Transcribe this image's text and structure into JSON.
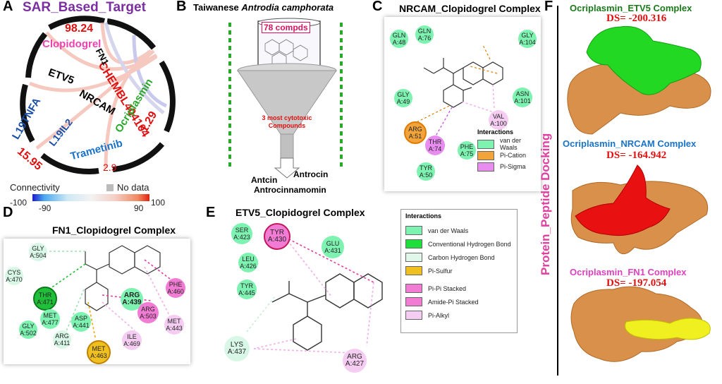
{
  "panels": {
    "A": "A",
    "B": "B",
    "C": "C",
    "D": "D",
    "E": "E",
    "F": "F"
  },
  "panelA": {
    "title": "SAR_Based_Target",
    "labels": {
      "clopidogrel": "Clopidogrel",
      "val1": "98.24",
      "chembl": "CHEMBL404104",
      "fn1": "FN1",
      "etv5": "ETV5",
      "nrcam": "NRCAM",
      "l19tnfa": "L19TNFA",
      "l19il2": "L19IL2",
      "val2": "15.95",
      "ocriplasmin": "Ocriplasmin",
      "val3": "1.29",
      "trametinib": "Trametinib",
      "val4": "2.9"
    },
    "colorbar": {
      "title": "Connectivity",
      "nodata": "No data",
      "min": "-100",
      "minInner": "-90",
      "maxInner": "90",
      "max": "100"
    }
  },
  "panelB": {
    "title_prefix": "Taiwanese ",
    "title_italic": "Antrodia camphorata",
    "compounds": "78 compds",
    "cytotoxic": "3 most cytotoxic Compounds",
    "out1": "Antcin",
    "out2": "Antrocin",
    "out3": "Antrocinnamomin"
  },
  "panelC": {
    "title": "NRCAM_Clopidogrel Complex",
    "residues": [
      {
        "name": "GLN",
        "num": "A:48",
        "type": "vdw"
      },
      {
        "name": "GLN",
        "num": "A:76",
        "type": "vdw"
      },
      {
        "name": "GLY",
        "num": "A:104",
        "type": "vdw"
      },
      {
        "name": "GLY",
        "num": "A:49",
        "type": "vdw"
      },
      {
        "name": "ASN",
        "num": "A:101",
        "type": "vdw"
      },
      {
        "name": "VAL",
        "num": "A:100",
        "type": "alkyl"
      },
      {
        "name": "ARG",
        "num": "A:51",
        "type": "pical"
      },
      {
        "name": "THR",
        "num": "A:74",
        "type": "pisig"
      },
      {
        "name": "PHE",
        "num": "A:75",
        "type": "vdw"
      },
      {
        "name": "TYR",
        "num": "A:50",
        "type": "vdw"
      }
    ],
    "legend": {
      "title": "Interactions",
      "items": [
        "van der Waals",
        "Pi-Cation",
        "Pi-Sigma"
      ],
      "colors": [
        "#7ef2b0",
        "#f2a33a",
        "#e88cf0"
      ]
    }
  },
  "panelD": {
    "title": "FN1_Clopidogrel Complex",
    "residues": [
      {
        "name": "GLY",
        "num": "A:504",
        "type": "ch"
      },
      {
        "name": "CYS",
        "num": "A:470",
        "type": "ch"
      },
      {
        "name": "THR",
        "num": "A:471",
        "type": "hb"
      },
      {
        "name": "MET",
        "num": "A:477",
        "type": "vdw"
      },
      {
        "name": "GLY",
        "num": "A:502",
        "type": "vdw"
      },
      {
        "name": "ARG",
        "num": "A:411",
        "type": "ch"
      },
      {
        "name": "ASP",
        "num": "A:441",
        "type": "vdw"
      },
      {
        "name": "ARG",
        "num": "A:439",
        "type": "vdw"
      },
      {
        "name": "ARG",
        "num": "A:503",
        "type": "pipi"
      },
      {
        "name": "PHE",
        "num": "A:460",
        "type": "pipi"
      },
      {
        "name": "MET",
        "num": "A:443",
        "type": "alkyl"
      },
      {
        "name": "ILE",
        "num": "A:469",
        "type": "alkyl"
      },
      {
        "name": "MET",
        "num": "A:463",
        "type": "sulf"
      }
    ]
  },
  "panelE": {
    "title": "ETV5_Clopidogrel Complex",
    "residues": [
      {
        "name": "SER",
        "num": "A:423",
        "type": "vdw"
      },
      {
        "name": "TYR",
        "num": "A:430",
        "type": "pipi"
      },
      {
        "name": "GLU",
        "num": "A:431",
        "type": "vdw"
      },
      {
        "name": "LEU",
        "num": "A:426",
        "type": "vdw"
      },
      {
        "name": "TYR",
        "num": "A:445",
        "type": "vdw"
      },
      {
        "name": "LYS",
        "num": "A:437",
        "type": "ch"
      },
      {
        "name": "ARG",
        "num": "A:427",
        "type": "alkyl"
      }
    ],
    "legend": {
      "title": "Interactions",
      "items": [
        "van der Waals",
        "Conventional Hydrogen Bond",
        "Carbon Hydrogen Bond",
        "Pi-Sulfur",
        "Pi-Pi Stacked",
        "Amide-Pi Stacked",
        "Pi-Alkyl"
      ],
      "colors": [
        "#7ef2b0",
        "#1fdf3a",
        "#e0f7ea",
        "#f0c020",
        "#f27bd4",
        "#f27bd4",
        "#f6cdf2"
      ]
    }
  },
  "panelF": {
    "vertical_label": "Protein_Peptide Docking",
    "complexes": [
      {
        "title": "Ocriplasmin_ETV5 Complex",
        "ds": "DS= -200.316",
        "title_color": "#1a7a1a",
        "peptide_color": "#22d822"
      },
      {
        "title": "Ocriplasmin_NRCAM Complex",
        "ds": "DS= -164.942",
        "title_color": "#1a73c8",
        "peptide_color": "#e81010"
      },
      {
        "title": "Ocriplasmin_FN1 Complex",
        "ds": "DS= -197.054",
        "title_color": "#e040c0",
        "peptide_color": "#f0f020"
      }
    ],
    "ds_color": "#e01010",
    "protein_color": "#d8904a"
  }
}
